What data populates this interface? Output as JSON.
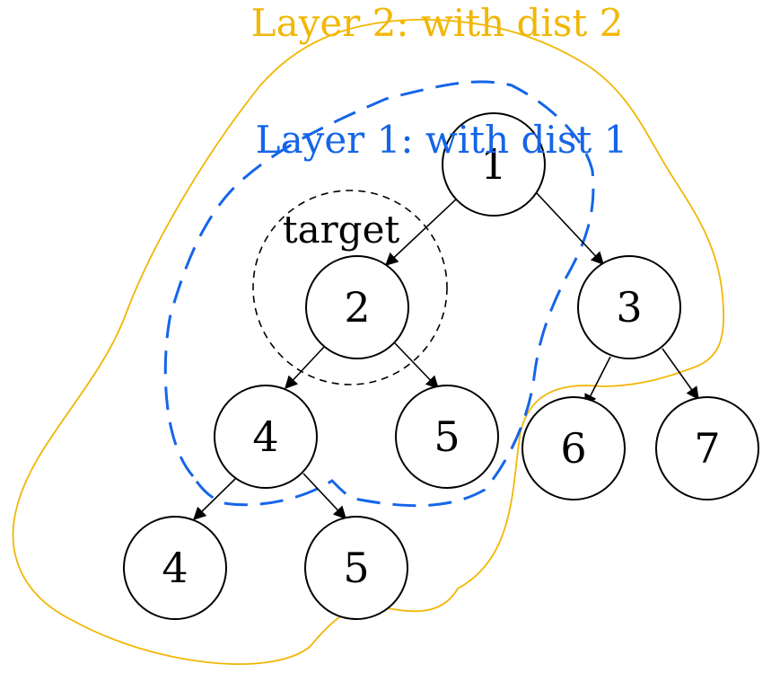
{
  "colors": {
    "layer2": "#F2B705",
    "layer1": "#1565E8",
    "node_stroke": "#000000",
    "target_stroke": "#000000"
  },
  "labels": {
    "layer2": "Layer 2: with dist 2",
    "layer1": "Layer 1: with dist 1",
    "target": "target"
  },
  "nodes": {
    "n1": "1",
    "n2": "2",
    "n3": "3",
    "n4": "4",
    "n5": "5",
    "n6": "6",
    "n7": "7",
    "n4b": "4",
    "n5b": "5"
  }
}
